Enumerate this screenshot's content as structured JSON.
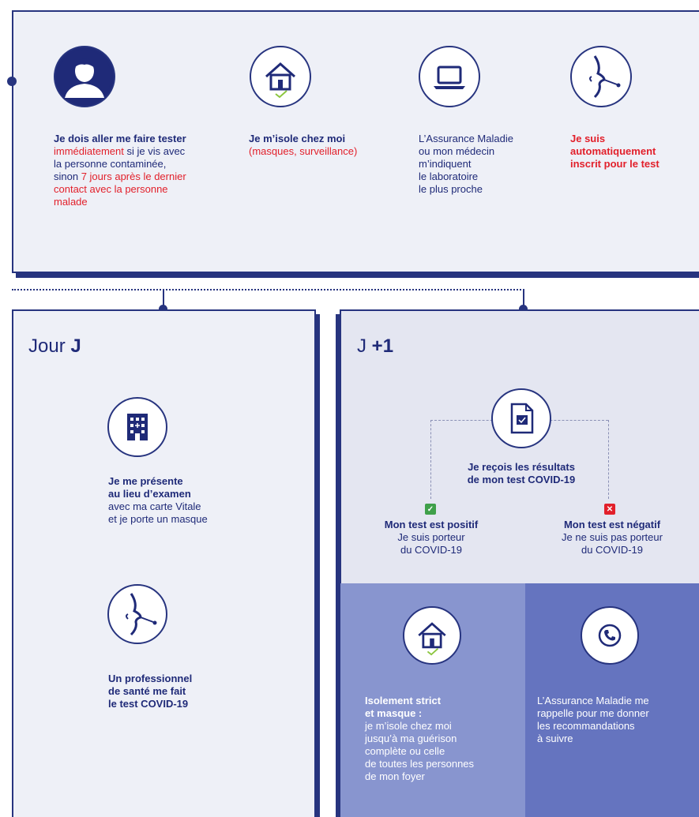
{
  "top": {
    "step1": {
      "line1_bold": "Je dois aller me faire tester",
      "line2_red": "immédiatement",
      "line2_rest": " si je vis avec",
      "line3": "la personne contaminée,",
      "line4_a": "sinon ",
      "line4_red": "7 jours après le dernier",
      "line5_red": "contact avec la personne",
      "line6_red": "malade"
    },
    "step2": {
      "line1_bold": "Je m’isole chez moi",
      "line2_red": "(masques, surveillance)"
    },
    "step3": {
      "lines": [
        "L’Assurance Maladie",
        "ou mon médecin",
        "m’indiquent",
        "le laboratoire",
        "le plus proche"
      ]
    },
    "step4": {
      "lines": [
        "Je suis",
        "automatiquement",
        "inscrit pour le test"
      ]
    }
  },
  "jour": {
    "heading_a": "Jour ",
    "heading_b": "J",
    "item1": {
      "bold1": "Je me présente",
      "bold2": "au lieu d’examen",
      "line3": "avec ma carte Vitale",
      "line4": "et je porte un masque"
    },
    "item2": {
      "lines": [
        "Un professionnel",
        "de santé me fait",
        "le test COVID-19"
      ]
    }
  },
  "j1": {
    "heading_a": "J ",
    "heading_b": "+1",
    "results": {
      "line1": "Je reçois les résultats",
      "line2": "de mon test COVID-19"
    },
    "positive": {
      "title": "Mon test est positif",
      "line2": "Je suis porteur",
      "line3": "du COVID-19",
      "badge": "✓"
    },
    "negative": {
      "title": "Mon test est négatif",
      "line2": "Je ne suis pas porteur",
      "line3": "du COVID-19",
      "badge": "✕"
    },
    "isolation": {
      "bold1": "Isolement strict",
      "bold2": "et masque :",
      "lines": [
        "je m’isole chez moi",
        "jusqu’à ma guérison",
        "complète ou celle",
        "de toutes les personnes",
        "de mon foyer"
      ]
    },
    "callback": {
      "lines": [
        "L’Assurance Maladie me",
        "rappelle pour me donner",
        "les recommandations",
        "à suivre"
      ]
    }
  },
  "colors": {
    "navy": "#27347f",
    "red": "#e2202b",
    "green": "#3fa04a",
    "light_panel": "#eef0f7",
    "mid_blue": "#8895cf",
    "dark_blue": "#6574bf"
  }
}
